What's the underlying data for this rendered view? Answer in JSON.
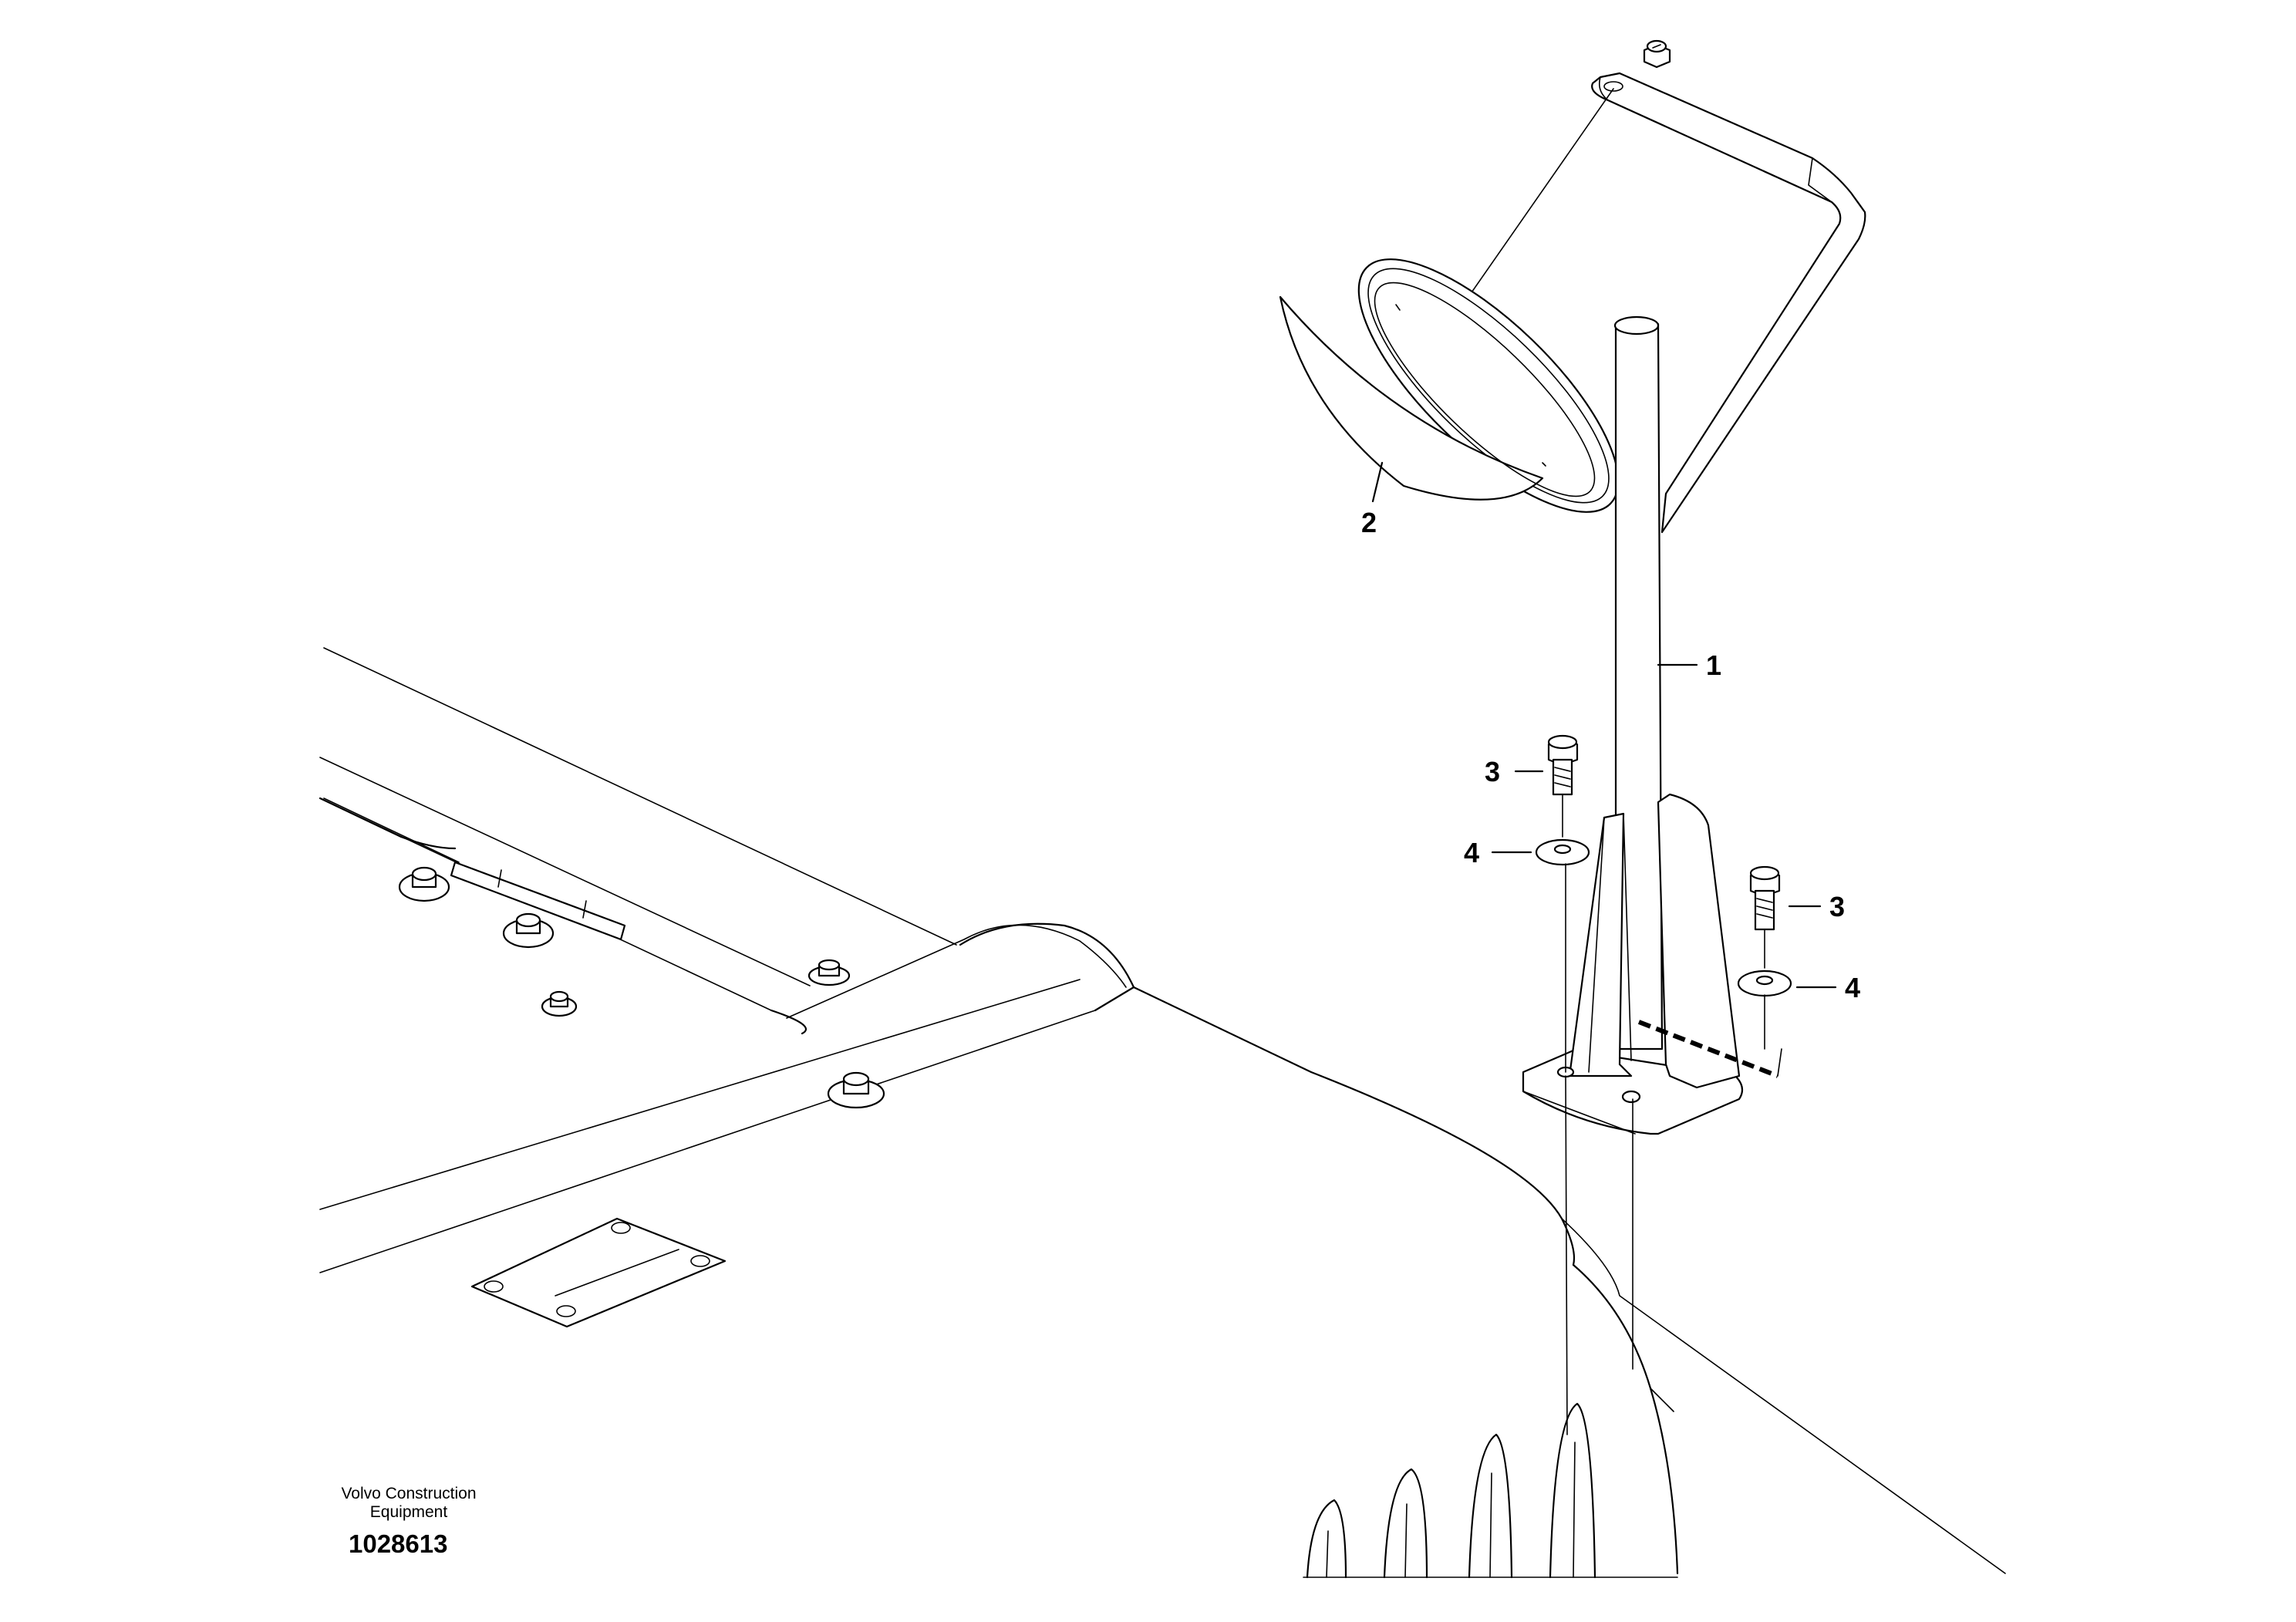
{
  "diagram": {
    "callouts": {
      "pole": "1",
      "mirror": "2",
      "bolt_left": "3",
      "bolt_right": "3",
      "washer_left": "4",
      "washer_right": "4"
    },
    "footer": {
      "company": "Volvo Construction Equipment",
      "document_number": "1028613"
    }
  }
}
